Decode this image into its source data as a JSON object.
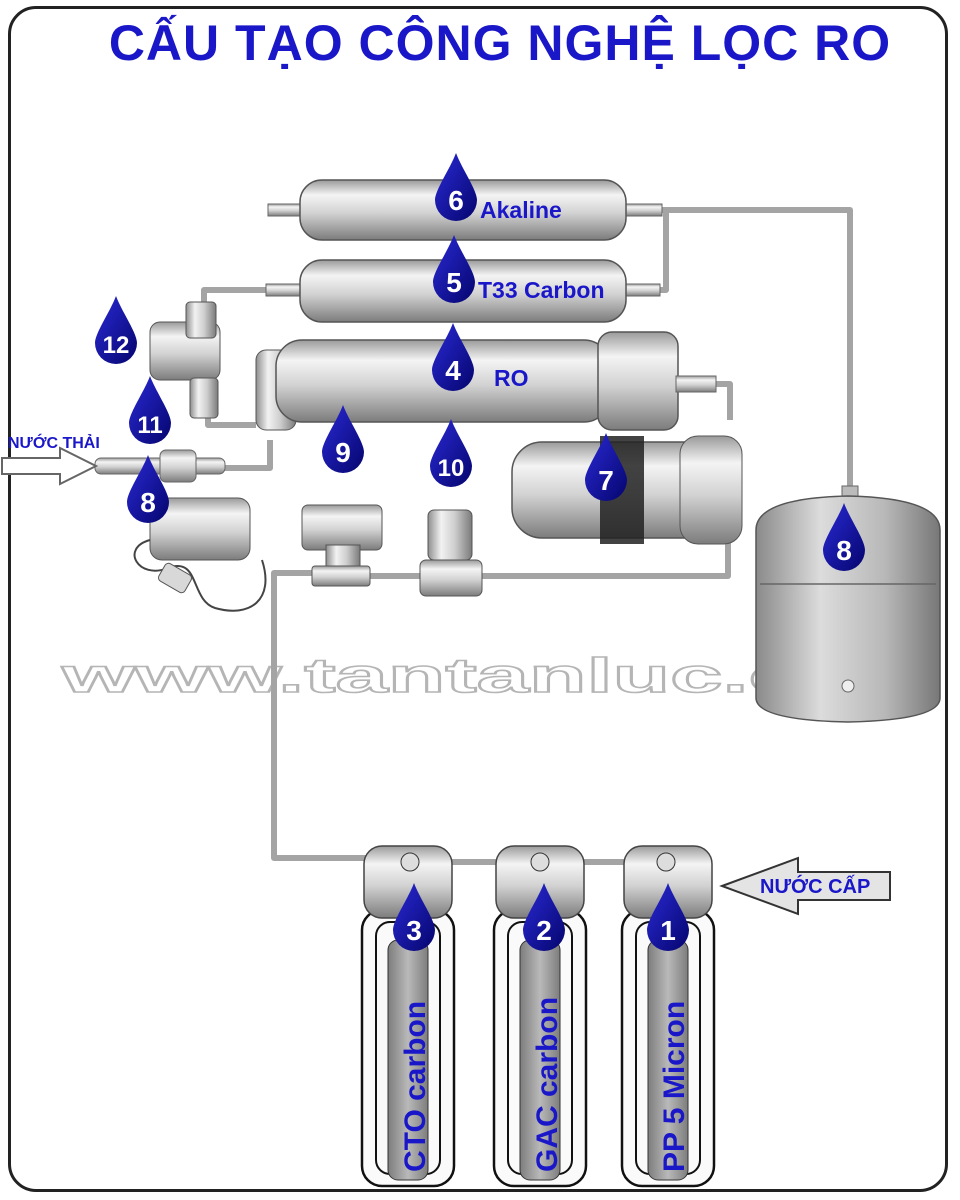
{
  "title": "CẤU TẠO CÔNG NGHỆ LỌC RO",
  "watermark": "www.tantanluc.com",
  "arrows": {
    "inlet": "NƯỚC CẤP",
    "drain": "NƯỚC THẢI"
  },
  "components": [
    {
      "number": "1",
      "label": "PP 5 Micron"
    },
    {
      "number": "2",
      "label": "GAC carbon"
    },
    {
      "number": "3",
      "label": "CTO carbon"
    },
    {
      "number": "4",
      "label": "RO"
    },
    {
      "number": "5",
      "label": "T33 Carbon"
    },
    {
      "number": "6",
      "label": "Akaline"
    },
    {
      "number": "7",
      "label": ""
    },
    {
      "number": "8",
      "label": ""
    },
    {
      "number": "9",
      "label": ""
    },
    {
      "number": "10",
      "label": ""
    },
    {
      "number": "11",
      "label": ""
    },
    {
      "number": "12",
      "label": ""
    }
  ],
  "colors": {
    "accent": "#1a17c9",
    "drop": "#1010a8",
    "housing": "#d8d8d8",
    "pipe": "#a9a9a9"
  }
}
